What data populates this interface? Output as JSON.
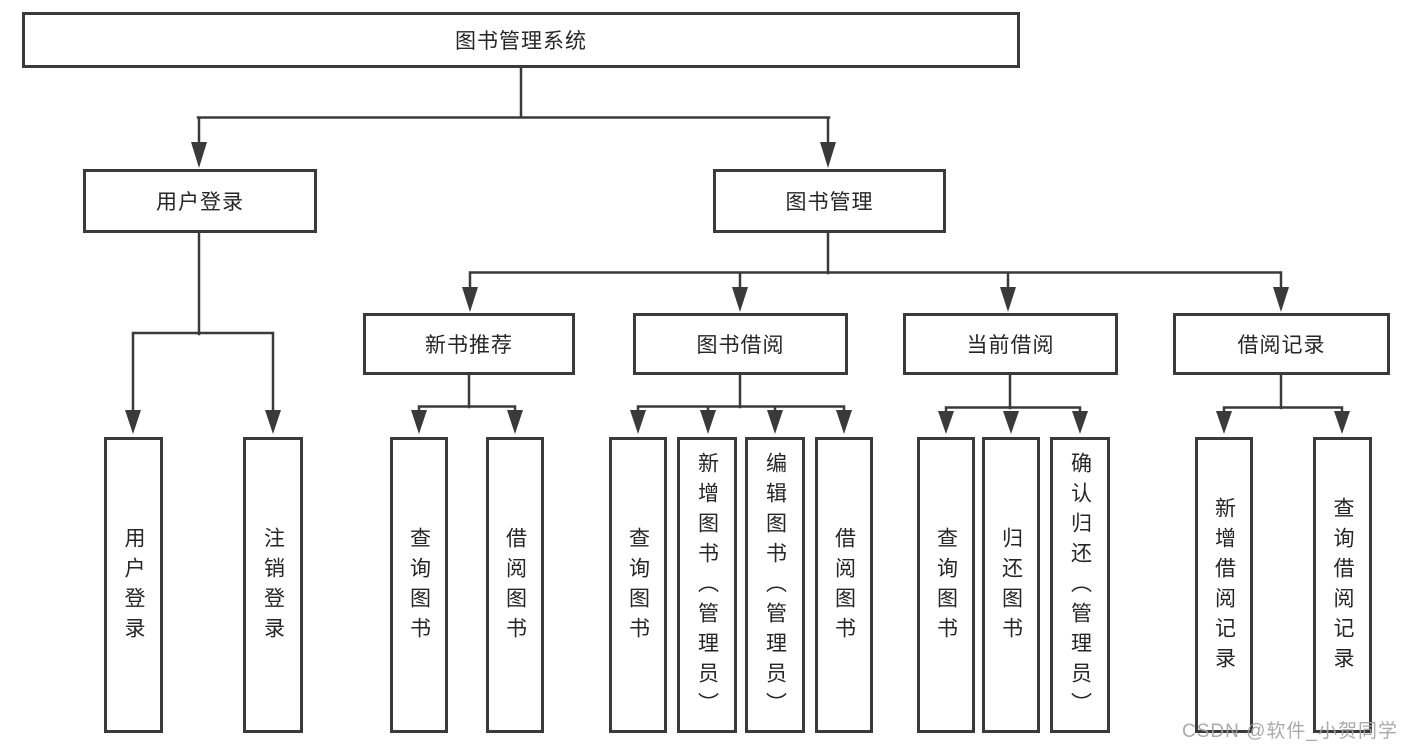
{
  "diagram": {
    "root": {
      "label": "图书管理系统"
    },
    "branches": [
      {
        "label": "用户登录",
        "children": [
          {
            "label": "用户登录"
          },
          {
            "label": "注销登录"
          }
        ]
      },
      {
        "label": "图书管理",
        "groups": [
          {
            "label": "新书推荐",
            "children": [
              {
                "label": "查询图书"
              },
              {
                "label": "借阅图书"
              }
            ]
          },
          {
            "label": "图书借阅",
            "children": [
              {
                "label": "查询图书"
              },
              {
                "label": "新增图书（管理员）"
              },
              {
                "label": "编辑图书（管理员）"
              },
              {
                "label": "借阅图书"
              }
            ]
          },
          {
            "label": "当前借阅",
            "children": [
              {
                "label": "查询图书"
              },
              {
                "label": "归还图书"
              },
              {
                "label": "确认归还（管理员）"
              }
            ]
          },
          {
            "label": "借阅记录",
            "children": [
              {
                "label": "新增借阅记录"
              },
              {
                "label": "查询借阅记录"
              }
            ]
          }
        ]
      }
    ]
  },
  "watermark": {
    "text": "CSDN @软件_小贺同学"
  }
}
